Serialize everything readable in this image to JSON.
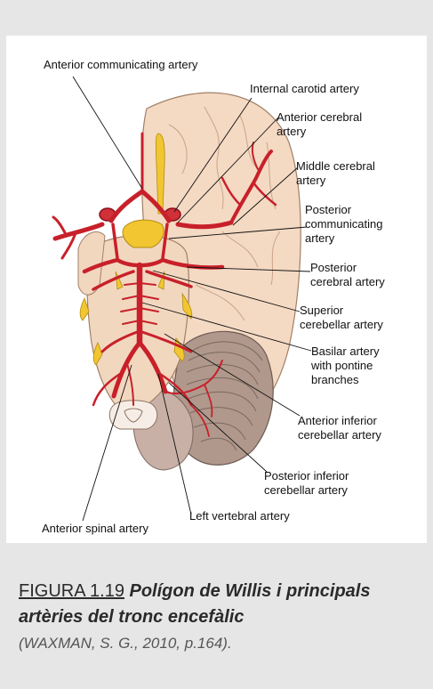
{
  "labels": {
    "anterior_communicating": "Anterior communicating artery",
    "internal_carotid": "Internal carotid artery",
    "anterior_cerebral_1": "Anterior cerebral",
    "anterior_cerebral_2": "artery",
    "middle_cerebral_1": "Middle cerebral",
    "middle_cerebral_2": "artery",
    "posterior_communicating_1": "Posterior",
    "posterior_communicating_2": "communicating",
    "posterior_communicating_3": "artery",
    "posterior_cerebral_1": "Posterior",
    "posterior_cerebral_2": "cerebral artery",
    "superior_cerebellar_1": "Superior",
    "superior_cerebellar_2": "cerebellar artery",
    "basilar_1": "Basilar artery",
    "basilar_2": "with pontine",
    "basilar_3": "branches",
    "aica_1": "Anterior inferior",
    "aica_2": "cerebellar artery",
    "pica_1": "Posterior inferior",
    "pica_2": "cerebellar artery",
    "left_vertebral": "Left vertebral artery",
    "anterior_spinal": "Anterior spinal artery"
  },
  "caption": {
    "label": "FIGURA 1.19",
    "title": "Polígon de Willis i principals artèries del tronc encefàlic",
    "source": "(WAXMAN, S. G., 2010, p.164)."
  }
}
